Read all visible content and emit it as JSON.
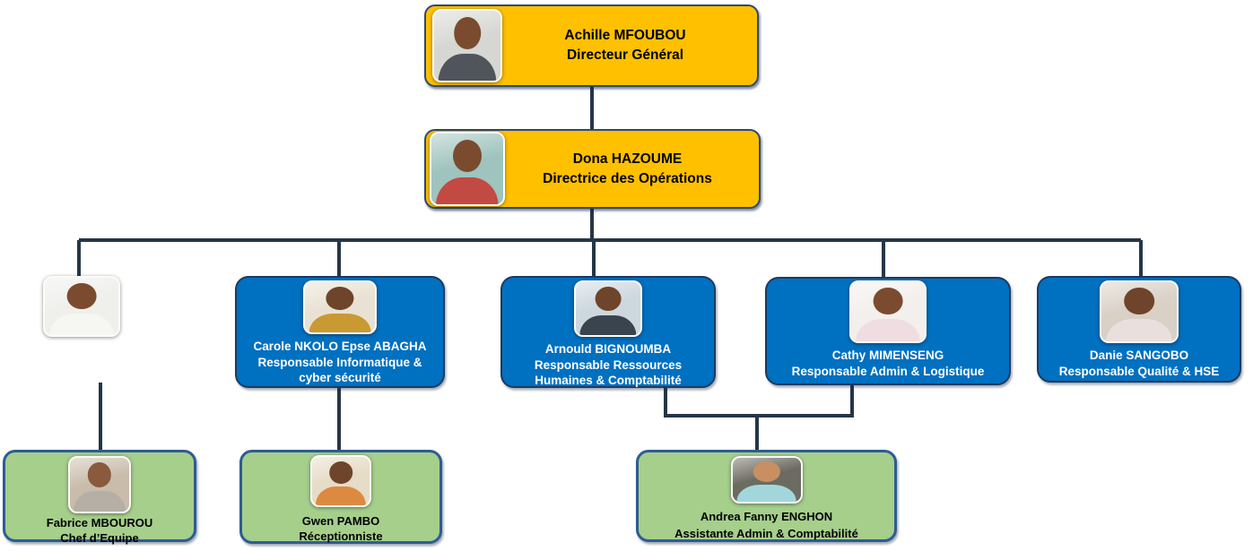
{
  "colors": {
    "level_direction_fill": "#FFC000",
    "level_responsables_fill": "#0070C0",
    "level_staff_fill": "#A6CF8C",
    "connector": "#253647",
    "text_dark": "#000000",
    "text_light": "#FFFFFF"
  },
  "org": {
    "root": {
      "name": "Achille MFOUBOU",
      "title": "Directeur Général",
      "avatar": {
        "bg": "#d6d6d2",
        "skin": "#7b4b2f",
        "shirt": "#4f555b"
      }
    },
    "operations": {
      "name": "Dona HAZOUME",
      "title": "Directrice des Opérations",
      "avatar": {
        "bg": "#9fc3bd",
        "skin": "#7b4b2f",
        "shirt": "#c24a42"
      }
    },
    "managers": [
      {
        "avatar": {
          "bg": "#efefec",
          "skin": "#7b4b2f",
          "shirt": "#f6f6f3"
        }
      },
      {
        "name": "Carole NKOLO Epse ABAGHA",
        "title": "Responsable Informatique & cyber sécurité",
        "avatar": {
          "bg": "#e9e2d4",
          "skin": "#6e452a",
          "shirt": "#c99a33"
        }
      },
      {
        "name": "Arnould BIGNOUMBA",
        "title": "Responsable Ressources Humaines & Comptabilité",
        "avatar": {
          "bg": "#cdd7de",
          "skin": "#6e452a",
          "shirt": "#39444e"
        }
      },
      {
        "name": "Cathy MIMENSENG",
        "title": "Responsable Admin & Logistique",
        "avatar": {
          "bg": "#f3efec",
          "skin": "#7b4b2f",
          "shirt": "#f0dde2"
        }
      },
      {
        "name": "Danie SANGOBO",
        "title": "Responsable Qualité & HSE",
        "avatar": {
          "bg": "#d9d0c6",
          "skin": "#6e452a",
          "shirt": "#e9e0de"
        }
      }
    ],
    "staff": [
      {
        "name": "Fabrice MBOUROU",
        "title": "Chef d’Equipe",
        "avatar": {
          "bg": "#c9bcab",
          "skin": "#8a5a3c",
          "shirt": "#b5afa5"
        }
      },
      {
        "name": "Gwen PAMBO",
        "title": "Réceptionniste",
        "avatar": {
          "bg": "#e7dcc7",
          "skin": "#6e452a",
          "shirt": "#dd8a40"
        }
      },
      {
        "name": "Andrea Fanny ENGHON",
        "title": "Assistante Admin & Comptabilité",
        "avatar": {
          "bg": "#6b6b62",
          "skin": "#c98f62",
          "shirt": "#a3d6da"
        }
      }
    ]
  }
}
